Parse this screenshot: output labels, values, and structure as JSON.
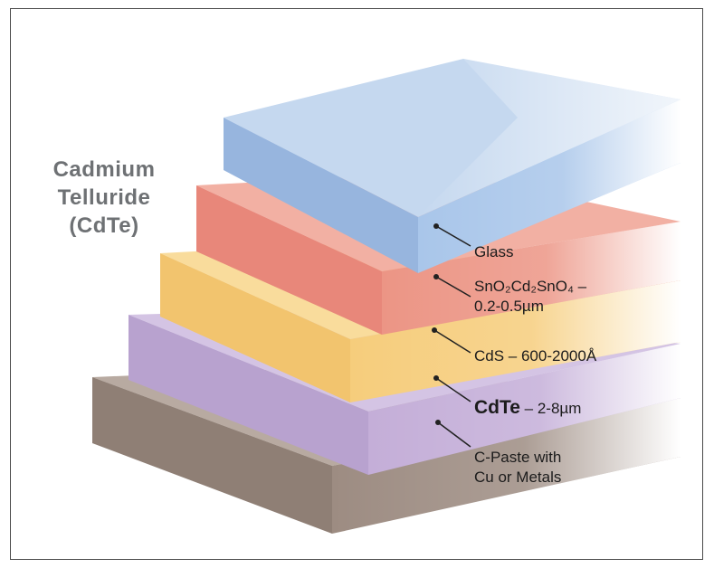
{
  "title": {
    "line1": "Cadmium",
    "line2": "Telluride",
    "line3": "(CdTe)"
  },
  "layers": [
    {
      "name": "Glass",
      "color": "#a9c6ea"
    },
    {
      "name": "SnO2Cd2SnO4",
      "color": "#ec9585"
    },
    {
      "name": "CdS",
      "color": "#f6cd7c"
    },
    {
      "name": "CdTe",
      "color": "#c4aed8"
    },
    {
      "name": "C-Paste",
      "color": "#9d8c82"
    }
  ],
  "labels": {
    "glass": "Glass",
    "tco_formula": "SnO₂Cd₂SnO₄ –",
    "tco_thickness": "0.2-0.5µm",
    "cds": "CdS – 600-2000Å",
    "cdte_name": "CdTe",
    "cdte_thickness": " – 2-8µm",
    "paste_line1": "C-Paste with",
    "paste_line2": "Cu or Metals"
  }
}
